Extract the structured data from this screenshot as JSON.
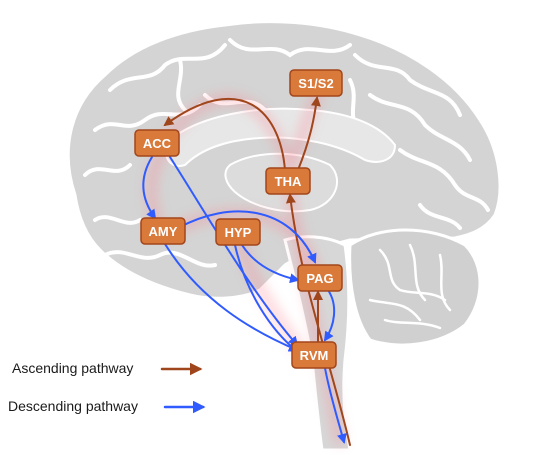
{
  "colors": {
    "ascending": "#a0461c",
    "descending": "#2f5bff",
    "node_fill": "#d9793a",
    "node_border": "#a2461b",
    "node_glow": "#ff7a8a",
    "brain_fill": "#d4d4d4",
    "brain_stroke": "#ffffff",
    "inner_fill": "#e7e7e7"
  },
  "nodes": {
    "acc": {
      "label": "ACC"
    },
    "s1s2": {
      "label": "S1/S2"
    },
    "tha": {
      "label": "THA"
    },
    "amy": {
      "label": "AMY"
    },
    "hyp": {
      "label": "HYP"
    },
    "pag": {
      "label": "PAG"
    },
    "rvm": {
      "label": "RVM"
    }
  },
  "legend": {
    "ascending_label": "Ascending pathway",
    "descending_label": "Descending pathway"
  }
}
